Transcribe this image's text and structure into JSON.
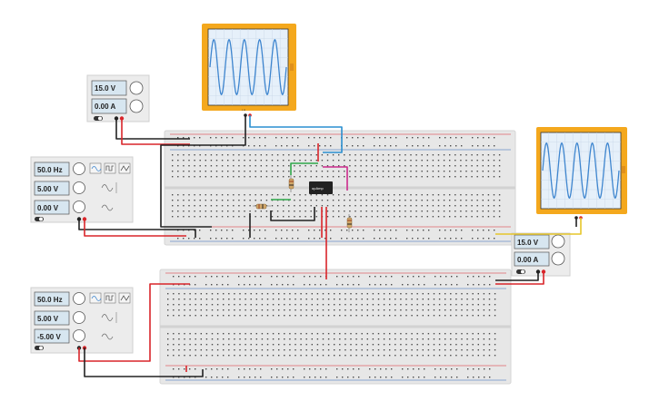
{
  "colors": {
    "board": "#e7e7e7",
    "hole": "#4a4a4a",
    "rail_red": "#d9252a",
    "rail_blue": "#2b62b8",
    "scope_frame": "#f4a81d",
    "scope_screen": "#e6f0fa",
    "trace": "#3f86cf",
    "wire_red": "#d9252a",
    "wire_black": "#222222",
    "wire_blue": "#2a8fd0",
    "wire_green": "#2fa84a",
    "wire_magenta": "#cc2a8c",
    "wire_yellow": "#e6c62a",
    "chip": "#222222"
  },
  "power_supply_1": {
    "voltage": "15.0 V",
    "current": "0.00 A"
  },
  "power_supply_2": {
    "voltage": "15.0 V",
    "current": "0.00 A"
  },
  "function_generator_1": {
    "frequency": "50.0 Hz",
    "amplitude": "5.00 V",
    "offset": "0.00 V",
    "waveform_selected": "sine"
  },
  "function_generator_2": {
    "frequency": "50.0 Hz",
    "amplitude": "5.00 V",
    "offset": "-5.00 V",
    "waveform_selected": "sine"
  },
  "oscilloscope_1": {
    "waveform": "sine",
    "cycles": 5
  },
  "oscilloscope_2": {
    "waveform": "sine",
    "cycles": 5
  },
  "opamp": {
    "label": "opAmp"
  }
}
